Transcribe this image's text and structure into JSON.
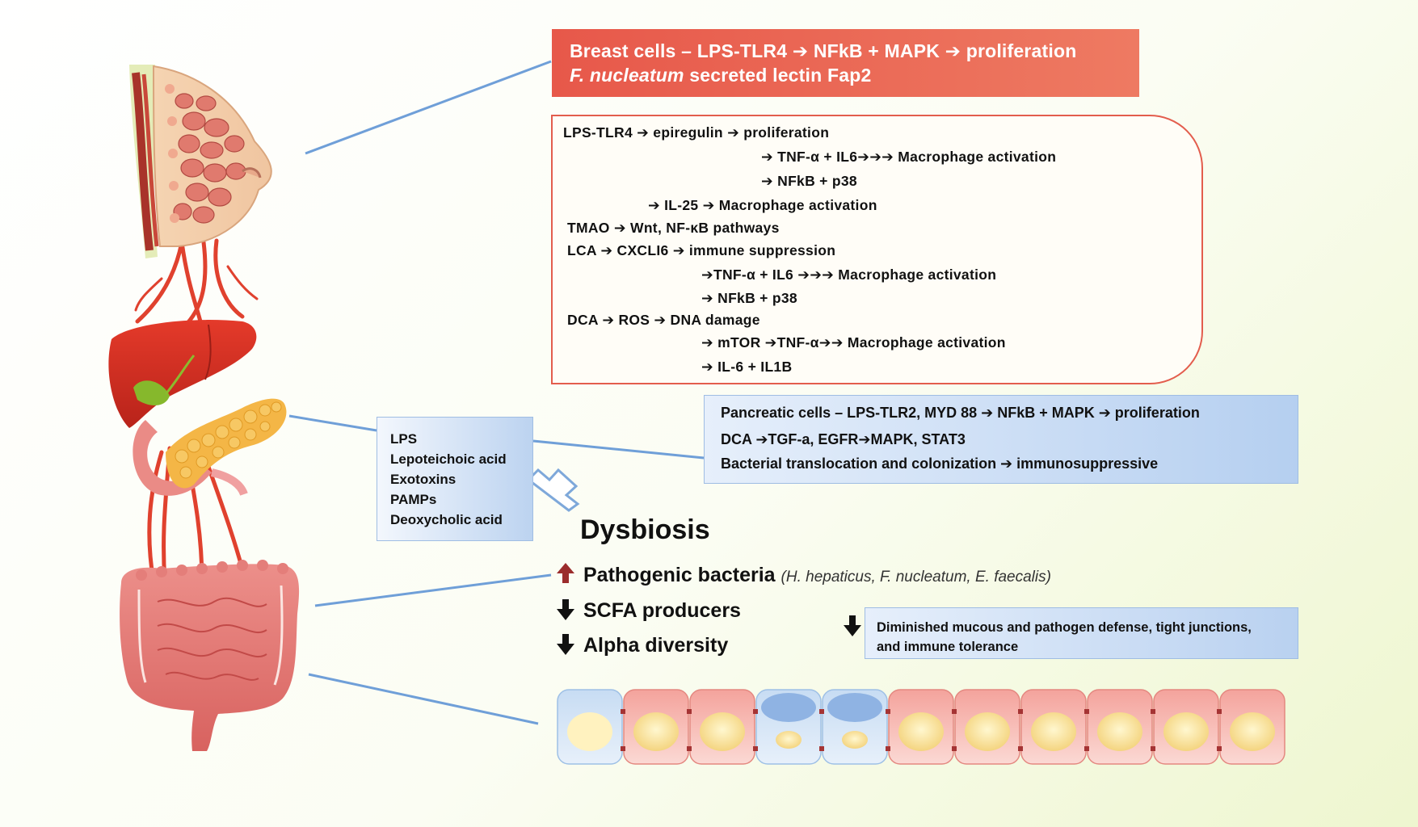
{
  "breast_box": {
    "line1": "Breast cells – LPS-TLR4 ➔ NFkB + MAPK ➔ proliferation",
    "line2_italic": "F. nucleatum",
    "line2_rest": " secreted lectin Fap2",
    "colors": [
      "#e7584a",
      "#ee7a62"
    ]
  },
  "mechanisms": [
    "LPS-TLR4 ➔ epiregulin  ➔   proliferation",
    "➔  TNF-α + IL6➔➔➔    Macrophage activation",
    "➔  NFkB + p38",
    "➔ IL-25  ➔  Macrophage activation",
    "TMAO ➔ Wnt, NF-κB pathways",
    "LCA ➔  CXCLI6  ➔ immune suppression",
    "➔TNF-α + IL6 ➔➔➔  Macrophage activation",
    "➔ NFkB + p38",
    "DCA ➔ ROS   ➔  DNA damage",
    "➔ mTOR ➔TNF-α➔➔  Macrophage activation",
    "➔ IL-6 + IL1B"
  ],
  "pancreatic": [
    "Pancreatic cells – LPS-TLR2, MYD 88 ➔ NFkB + MAPK ➔ proliferation",
    "DCA ➔TGF-a, EGFR➔MAPK, STAT3",
    "Bacterial translocation and colonization ➔ immunosuppressive"
  ],
  "toxins": [
    "LPS",
    "Lepoteichoic acid",
    "Exotoxins",
    "PAMPs",
    "Deoxycholic acid"
  ],
  "dysbiosis": {
    "title": "Dysbiosis",
    "pathogenic": "Pathogenic bacteria",
    "pathogenic_examples": "(H. hepaticus, F. nucleatum, E. faecalis)",
    "scfa": "SCFA producers",
    "alpha": "Alpha diversity",
    "up_arrow_color": "#9b2c2c"
  },
  "diminished": {
    "line1": "Diminished mucous and pathogen defense, tight junctions,",
    "line2": "and immune tolerance"
  },
  "icons": [
    "breast-organ-icon",
    "liver-icon",
    "pancreas-icon",
    "gallbladder-icon",
    "intestine-icon",
    "blood-vessel-icon",
    "epithelial-cell-icon",
    "hollow-arrow-icon"
  ]
}
